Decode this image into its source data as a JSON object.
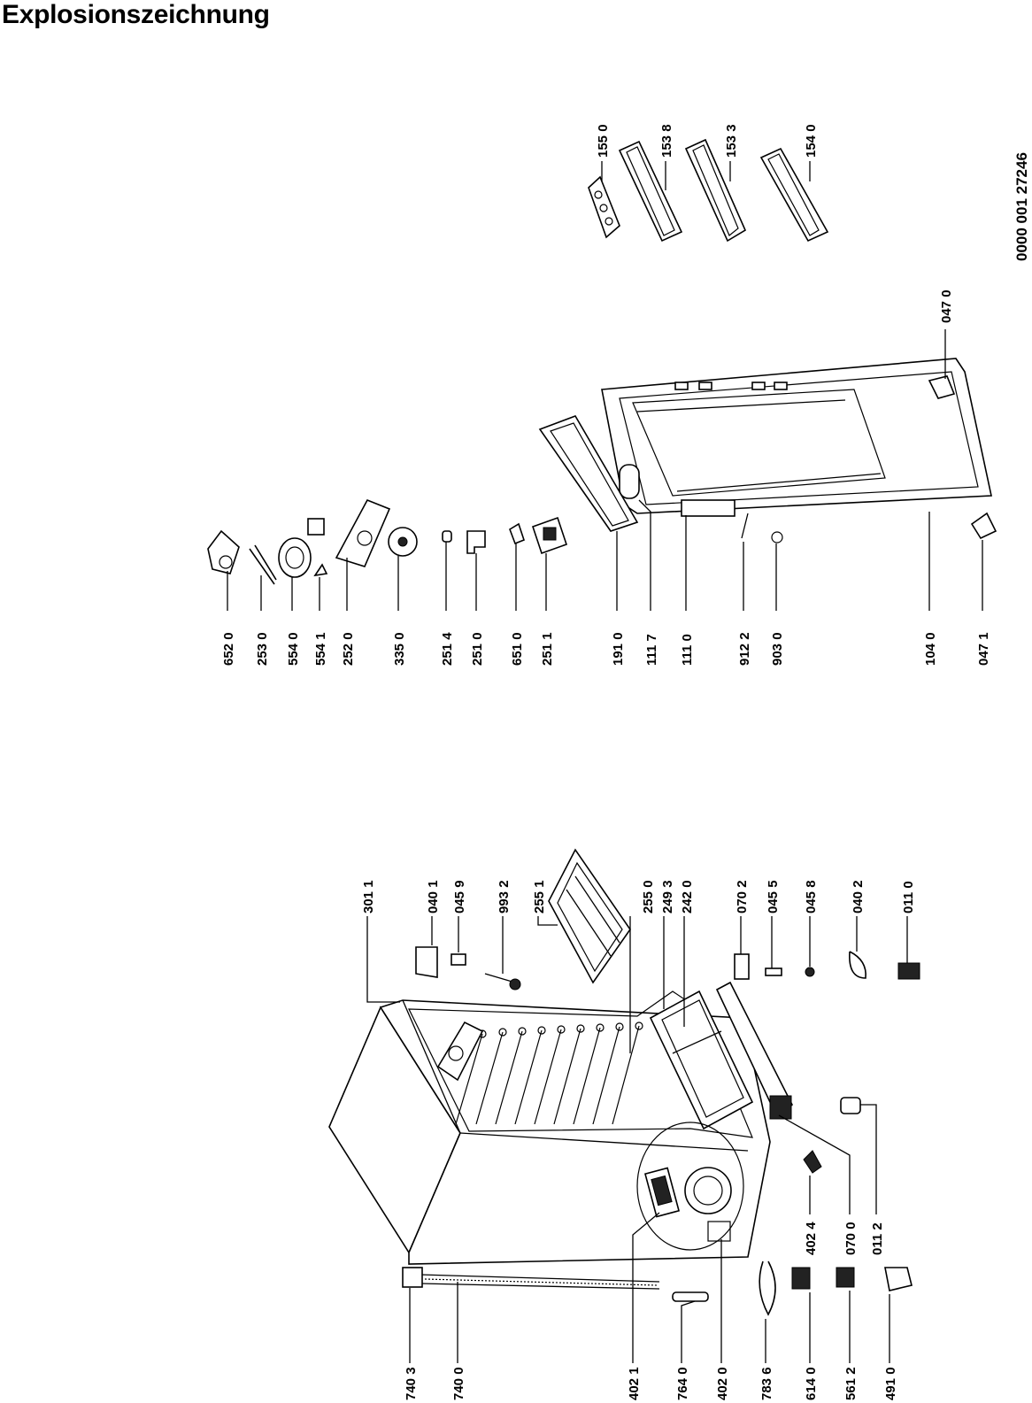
{
  "title": "Explosionszeichnung",
  "doc_number": "0000 001 27246",
  "labels": {
    "l7403": "740 3",
    "l7400": "740 0",
    "l4021": "402 1",
    "l7640": "764 0",
    "l4020": "402 0",
    "l7836": "783 6",
    "l6140": "614 0",
    "l5612": "561 2",
    "l4910": "491 0",
    "l4024": "402 4",
    "l0700": "070 0",
    "l0112": "011 2",
    "l3011": "301  1",
    "l0401": "040 1",
    "l0459": "045 9",
    "l9932": "993 2",
    "l2551": "255 1",
    "l2550": "255 0",
    "l2493": "249 3",
    "l2420": "242 0",
    "l0702": "070 2",
    "l0455": "045 5",
    "l0458": "045 8",
    "l0402": "040 2",
    "l0110": "011 0",
    "l6520": "652 0",
    "l2530": "253 0",
    "l5540": "554 0",
    "l5541": "554 1",
    "l2520": "252 0",
    "l3350": "335 0",
    "l2514": "251 4",
    "l2510": "251 0",
    "l6510": "651 0",
    "l2511": "251 1",
    "l1910": "191 0",
    "l1117": "111 7",
    "l1110": "111 0",
    "l9122": "912 2",
    "l9030": "903 0",
    "l1040": "104 0",
    "l0471": "047 1",
    "l0470": "047 0",
    "l1550": "155 0",
    "l1538": "153 8",
    "l1533": "153 3",
    "l1540": "154 0"
  }
}
